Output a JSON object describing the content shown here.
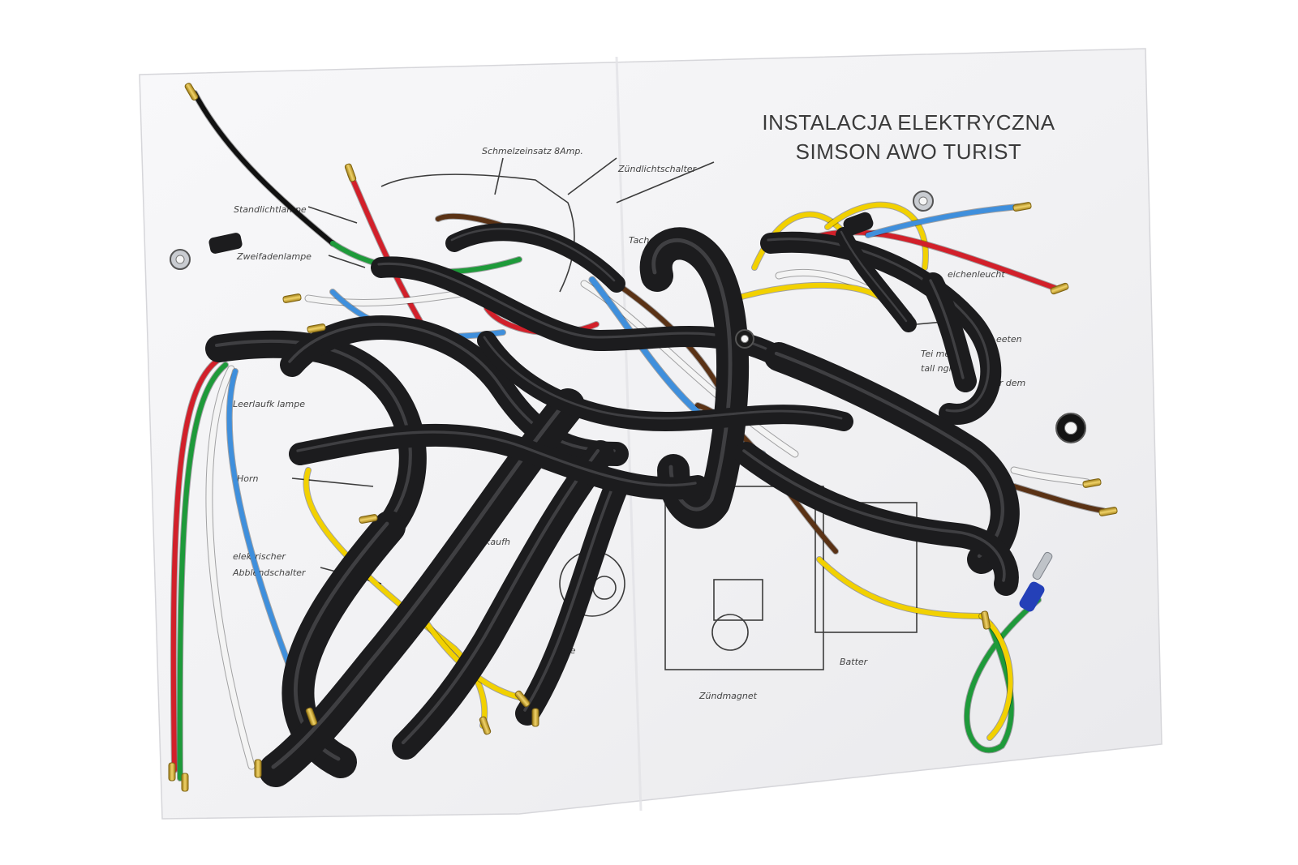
{
  "sheet": {
    "title_line_1": "INSTALACJA ELEKTRYCZNA",
    "title_line_2": "SIMSON AWO TURIST"
  },
  "diagram_labels": {
    "fuse": "Schmelzeinsatz 8Amp.",
    "ignition_switch": "Zündlichtschalter",
    "parking_lamp": "Standlichtlampe",
    "twin_filament_lamp": "Zweifadenlampe",
    "speedo_light": "Tacholeucht",
    "sign_light": "eichenleucht",
    "neutral_lamp": "Leerlaufk  lampe",
    "horn": "Horn",
    "dimmer_switch_1": "elektrischer",
    "dimmer_switch_2": "Abblendschalter",
    "magneto": "Zündmagnet",
    "battery": "Batter",
    "note_1": "eeten",
    "note_2": "Tei     me-",
    "note_3": "tall     ngmit",
    "note_4": "der dem",
    "contact_breaker": "ckaufh",
    "line_label": "eine"
  },
  "colors": {
    "cable_black": "#1c1c1e",
    "wire_red": "#d2202a",
    "wire_green": "#1e9a3a",
    "wire_blue": "#3f8fdc",
    "wire_white": "#f4f4f4",
    "wire_yellow": "#f2d100",
    "wire_brown": "#5a3215",
    "terminal_brass": "#c9a227",
    "paper": "#f3f3f5"
  }
}
